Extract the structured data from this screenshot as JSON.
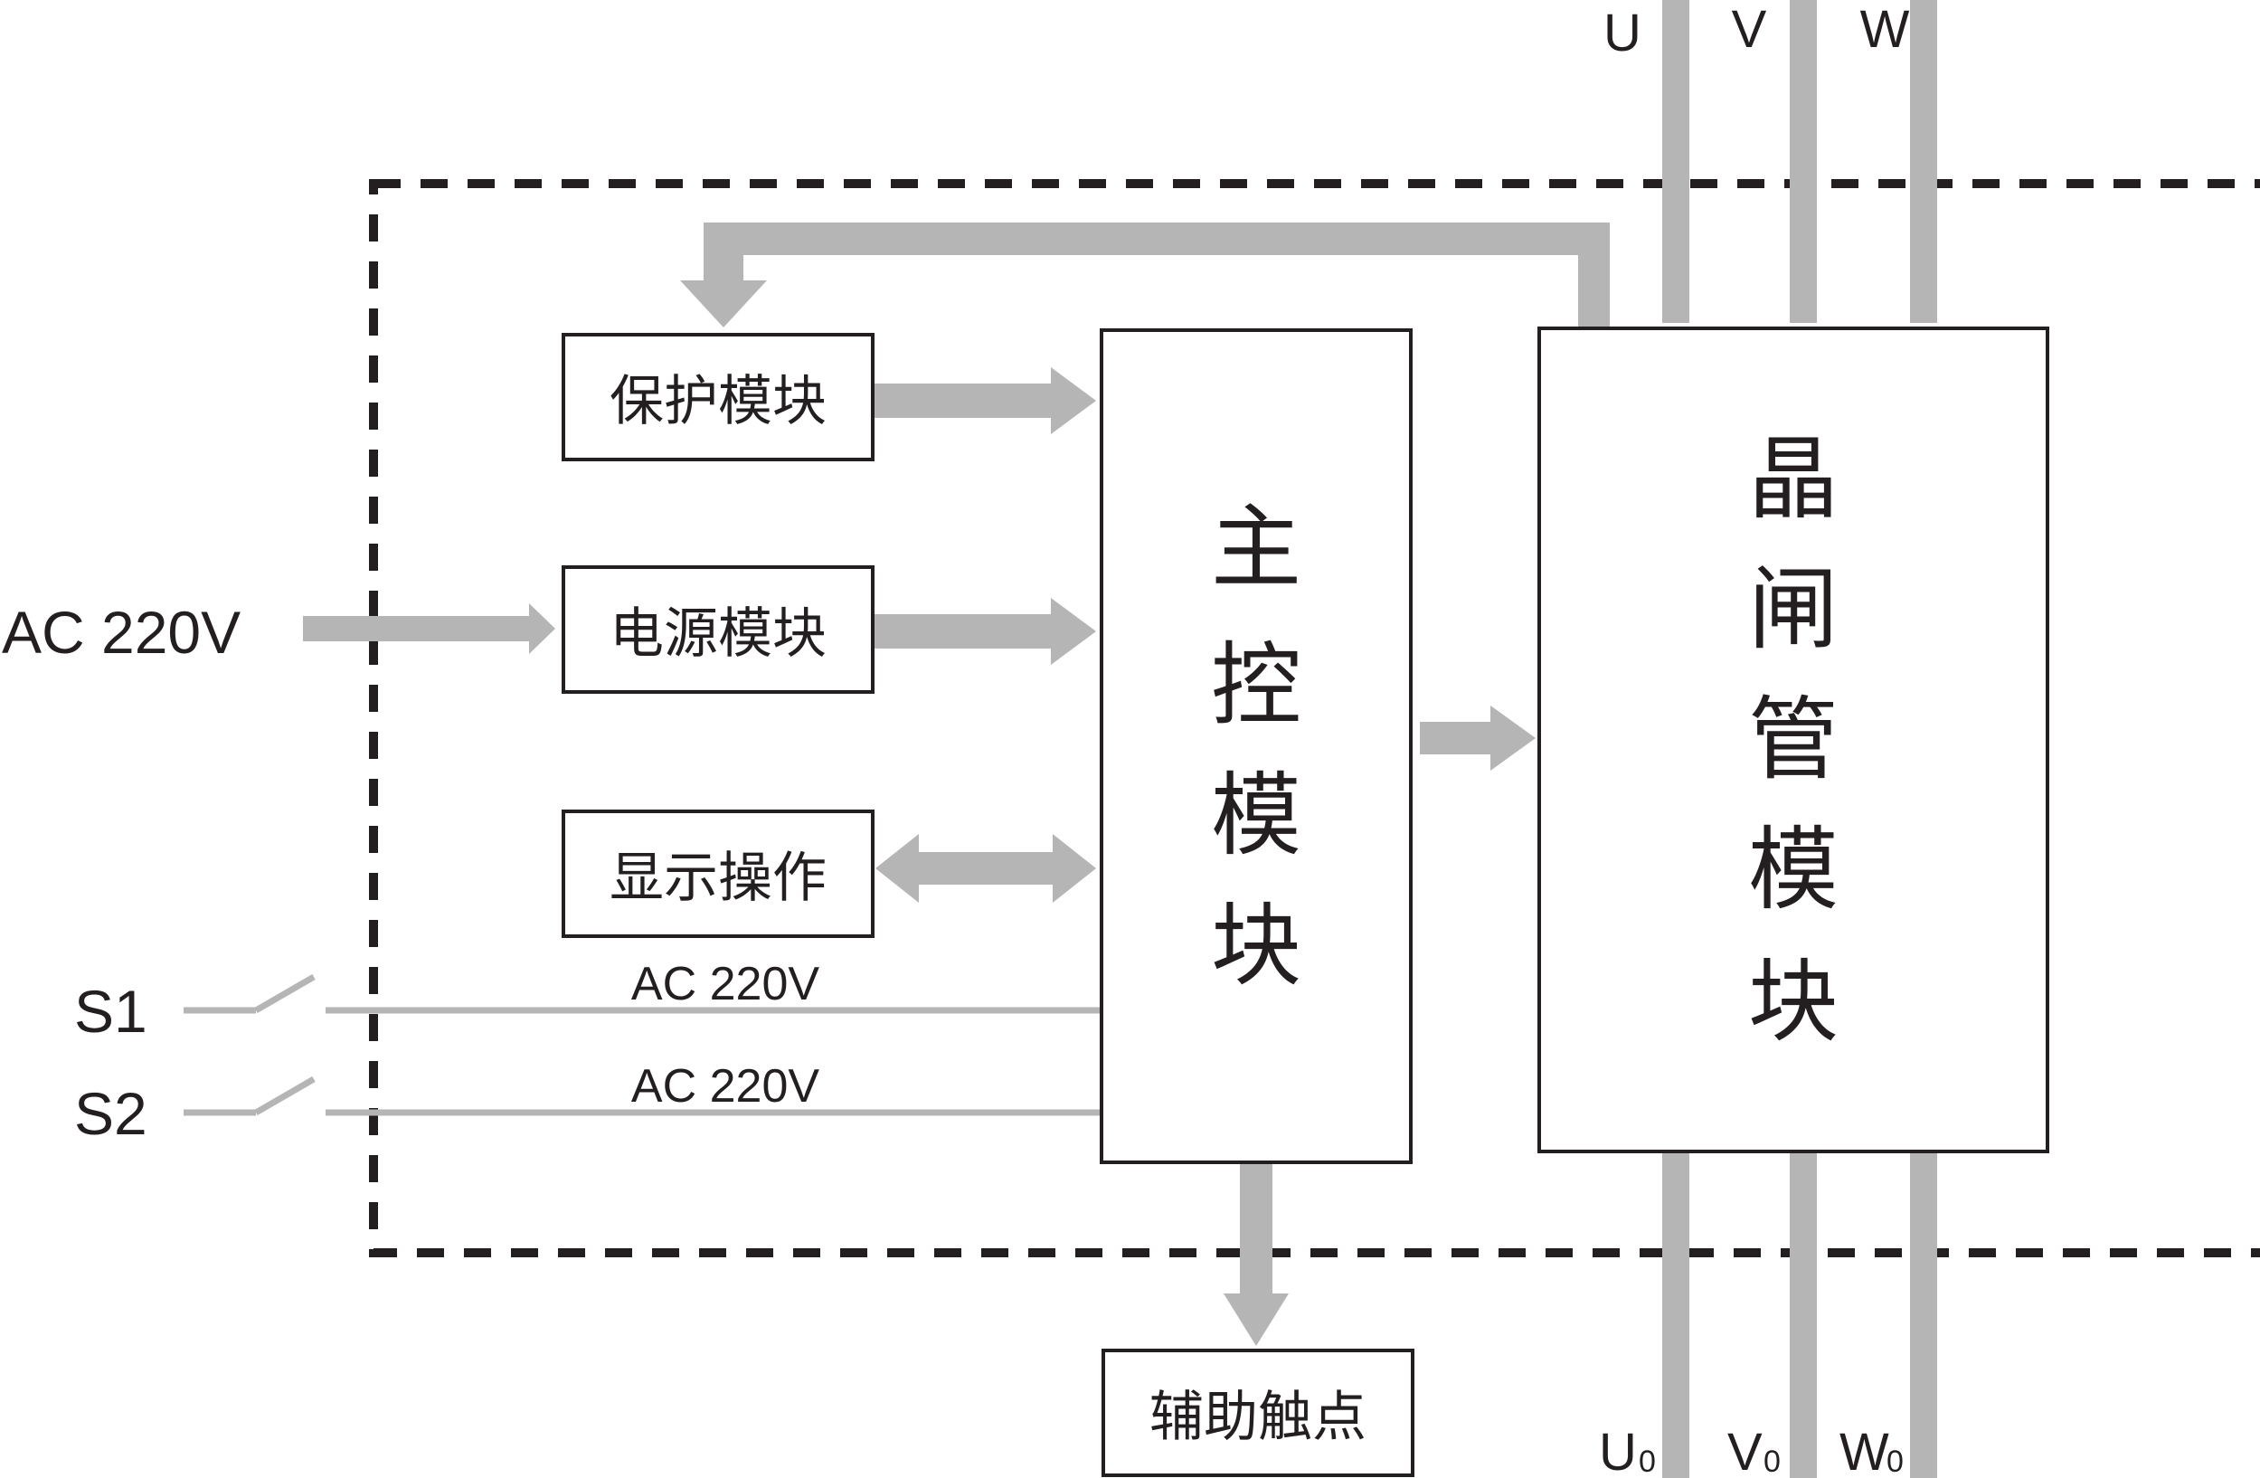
{
  "colors": {
    "ink": "#231f20",
    "flow": "#b5b5b5",
    "background": "#ffffff"
  },
  "modules": {
    "protection": "保护模块",
    "power": "电源模块",
    "display": "显示操作",
    "auxiliary": "辅助触点",
    "main_control": [
      "主",
      "控",
      "模",
      "块"
    ],
    "thyristor": [
      "晶",
      "闸",
      "管",
      "模",
      "块"
    ]
  },
  "inputs": {
    "ac_supply": "AC 220V",
    "switch_1": "S1",
    "switch_2": "S2",
    "switch_1_voltage": "AC 220V",
    "switch_2_voltage": "AC 220V"
  },
  "phases_in": [
    "U",
    "V",
    "W"
  ],
  "phases_out": [
    {
      "letter": "U",
      "sub": "0"
    },
    {
      "letter": "V",
      "sub": "0"
    },
    {
      "letter": "W",
      "sub": "0"
    }
  ]
}
